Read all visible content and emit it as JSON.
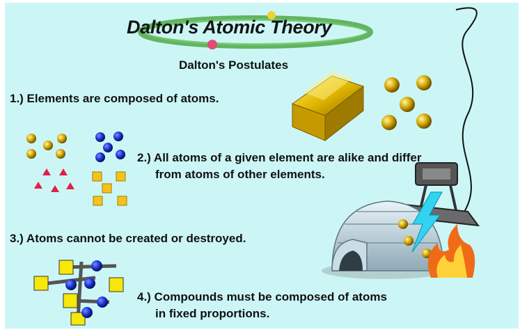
{
  "slide": {
    "title": "Dalton's Atomic Theory",
    "subtitle": "Dalton's Postulates",
    "postulates": [
      {
        "lines": [
          "1.) Elements are composed of atoms."
        ]
      },
      {
        "lines": [
          "2.) All atoms of a given element are alike and differ",
          "from atoms of other elements."
        ]
      },
      {
        "lines": [
          "3.) Atoms cannot be created or destroyed."
        ]
      },
      {
        "lines": [
          "4.) Compounds must be composed of atoms",
          "in fixed proportions."
        ]
      }
    ]
  },
  "colors": {
    "background": "#ccf6f6",
    "gold": "#d4a800",
    "blue_atom": "#1a2fd0",
    "red_atom": "#e0204a",
    "yellow_atom": "#f7c21a"
  },
  "illustrations": [
    "gold-bars-icon",
    "gold-atoms-icon",
    "igloo-icon",
    "lightning-icon",
    "fire-icon",
    "electrode-icon",
    "molecule-icon"
  ]
}
